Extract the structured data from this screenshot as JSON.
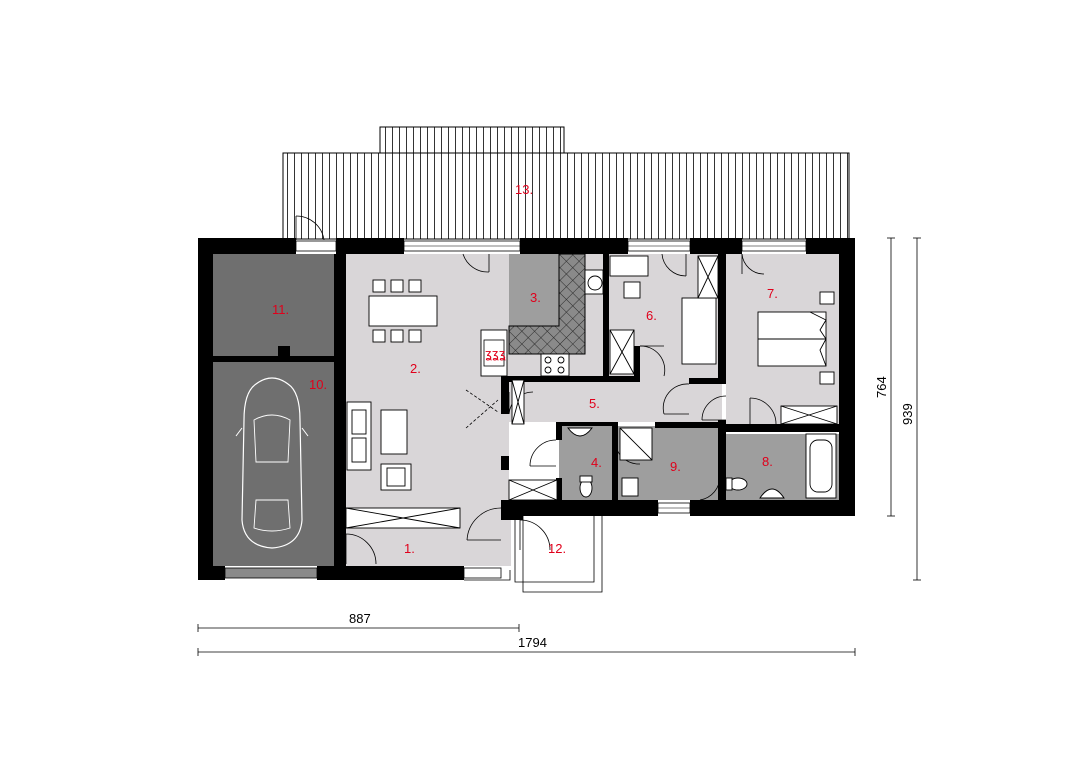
{
  "plan": {
    "rooms": [
      {
        "id": "r1",
        "label": "1."
      },
      {
        "id": "r2",
        "label": "2."
      },
      {
        "id": "r3",
        "label": "3."
      },
      {
        "id": "r4",
        "label": "4."
      },
      {
        "id": "r5",
        "label": "5."
      },
      {
        "id": "r6",
        "label": "6."
      },
      {
        "id": "r7",
        "label": "7."
      },
      {
        "id": "r8",
        "label": "8."
      },
      {
        "id": "r9",
        "label": "9."
      },
      {
        "id": "r10",
        "label": "10."
      },
      {
        "id": "r11",
        "label": "11."
      },
      {
        "id": "r12",
        "label": "12."
      },
      {
        "id": "r13",
        "label": "13."
      }
    ],
    "dimensions": {
      "partial_width": "887",
      "total_width": "1794",
      "inner_height": "764",
      "total_height": "939"
    },
    "colors": {
      "label": "#e0001b",
      "wall": "#000000",
      "living_floor": "#d9d6d8",
      "garage_floor": "#6f6f6f",
      "service_floor": "#9e9e9e",
      "kitchen_tile": "#8a8a8a"
    }
  }
}
